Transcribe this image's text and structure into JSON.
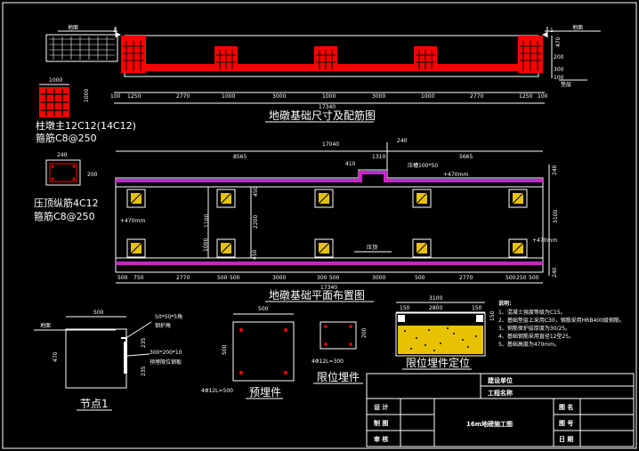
{
  "elevation": {
    "ground_left": "地面",
    "ground_right": "地面",
    "marker_left": "1",
    "marker_right": "1",
    "dims": [
      "100",
      "1250",
      "2770",
      "1000",
      "3000",
      "1000",
      "3000",
      "1000",
      "2770",
      "1250",
      "100"
    ],
    "total": "17340",
    "right_dims": [
      "470",
      "200",
      "300",
      "100"
    ],
    "padlayer": "垫层",
    "title": "地礅基础尺寸及配筋图"
  },
  "column_detail": {
    "width": "1000",
    "height": "1000",
    "line1": "柱墩主12C12(14C12)",
    "line2": "箍筋C8@250"
  },
  "cap_detail": {
    "width": "240",
    "height": "200",
    "line1": "压顶纵筋4C12",
    "line2": "箍筋C8@250"
  },
  "plan": {
    "top_total": "17040",
    "dim_top_240": "240",
    "dim_left": "8565",
    "dim_mid": "1310",
    "dim_right": "5665",
    "dim_small": "410",
    "groove": "压槽100*50",
    "elev_top": "+470mm",
    "elev_left": "+470mm",
    "elev_right": "+470mm",
    "cap_label": "压顶",
    "right_side_240_top": "240",
    "right_side_3100": "3100",
    "right_side_240_bot": "240",
    "inner_dims": [
      "450",
      "1100",
      "2200",
      "1000",
      "450"
    ],
    "bottom_dims": [
      "500",
      "750",
      "2770",
      "500",
      "500",
      "3000",
      "300",
      "500",
      "3000",
      "500",
      "2770",
      "500",
      "250",
      "500"
    ],
    "bottom_total": "17340",
    "title": "地礅基础平面布置图"
  },
  "node": {
    "ground": "地面",
    "width": "500",
    "height": "470",
    "angle": "50*50*5角",
    "angle2": "钢护角",
    "plate": "300*200*10",
    "plate2": "预埋限位钢板",
    "dim235": "235",
    "dim235b": "235",
    "title": "节点1"
  },
  "embed": {
    "width": "500",
    "height": "500",
    "rebar": "4Φ12L=500",
    "title": "预埋件"
  },
  "limiter": {
    "height": "200",
    "rebar": "4Φ12L=300",
    "title": "限位埋件"
  },
  "limiter_pos": {
    "total": "3100",
    "dims": [
      "150",
      "2800",
      "150"
    ],
    "height": "150",
    "title": "限位埋件定位"
  },
  "notes": {
    "heading": "说明：",
    "items": [
      "1、混凝土强度等级为C15。",
      "2、基础垫层上采用C30，钢筋采用HRB400级钢筋。",
      "3、钢筋保护层厚度为30/25。",
      "4、基础钢筋采用直径12型25。",
      "5、基础高度为470mm。"
    ]
  },
  "titleblock": {
    "unit": "建设单位",
    "project": "工程名称",
    "design": "设 计",
    "draw": "制 图",
    "check": "审 核",
    "drawing_name": "16m地磅施工图",
    "figure": "图 名",
    "figno": "图 号",
    "date": "日 期"
  }
}
